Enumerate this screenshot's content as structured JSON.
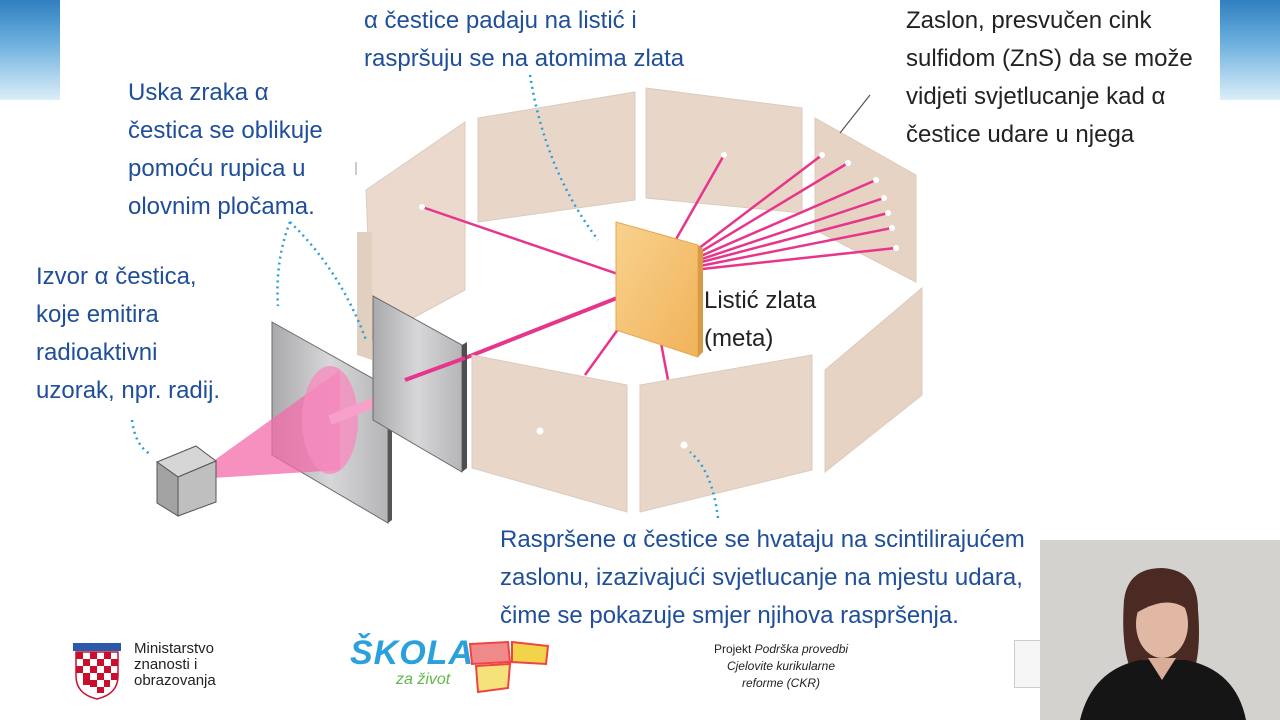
{
  "labels": {
    "top_center": [
      "α čestice padaju na listić i",
      "raspršuju se na atomima zlata"
    ],
    "top_right": [
      "Zaslon, presvučen cink",
      "sulfidom (ZnS) da se može",
      "vidjeti svjetlucanje kad α",
      "čestice udare u njega"
    ],
    "beam": [
      "Uska zraka α",
      "čestica se oblikuje",
      "pomoću rupica u",
      "olovnim pločama."
    ],
    "source": [
      "Izvor α čestica,",
      "koje emitira",
      "radioaktivni",
      "uzorak, npr. radij."
    ],
    "foil": [
      "Listić zlata",
      "(meta)"
    ],
    "bottom": [
      "Raspršene α čestice se hvataju na scintilirajućem",
      "zaslonu, izazivajući svjetlucanje na mjestu udara,",
      "čime se pokazuje smjer njihova raspršenja."
    ]
  },
  "footer": {
    "ministry": [
      "Ministarstvo",
      "znanosti i",
      "obrazovanja"
    ],
    "skola_logo": "ŠKOLA",
    "skola_tagline": "za život",
    "project_prefix": "Projekt",
    "project_lines": [
      "Podrška provedbi",
      "Cjelovite kurikularne",
      "reforme (CKR)"
    ]
  },
  "colors": {
    "label_blue": "#1f4e9a",
    "screen": "#e8d9cc",
    "beam": "#e8358c",
    "foil": "#f5c477",
    "dots": "#29a0d8"
  }
}
